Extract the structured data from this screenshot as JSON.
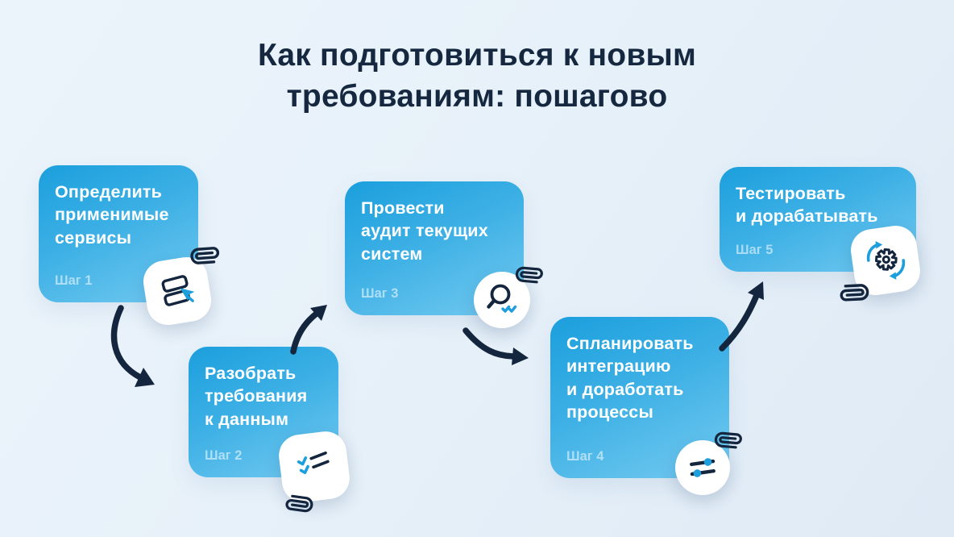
{
  "title": "Как подготовиться к новым\nтребованиям: пошагово",
  "steps": [
    {
      "heading": "Определить\nприменимые\nсервисы",
      "step_label": "Шаг 1",
      "icon": "cards-cursor-icon"
    },
    {
      "heading": "Разобрать\nтребования\nк данным",
      "step_label": "Шаг 2",
      "icon": "checklist-icon"
    },
    {
      "heading": "Провести\nаудит текущих\nсистем",
      "step_label": "Шаг 3",
      "icon": "magnifier-check-icon"
    },
    {
      "heading": "Спланировать\nинтеграцию\nи доработать\nпроцессы",
      "step_label": "Шаг 4",
      "icon": "sliders-icon"
    },
    {
      "heading": "Тестировать\nи дорабатывать",
      "step_label": "Шаг 5",
      "icon": "gear-refresh-icon"
    }
  ],
  "colors": {
    "background_top": "#ecf4fb",
    "background_bottom": "#dfeaf5",
    "card_gradient_start": "#1b9fdd",
    "card_gradient_mid": "#3db0e5",
    "card_gradient_end": "#74caf0",
    "title_text": "#152840",
    "card_text": "#ffffff",
    "step_label": "rgba(255,255,255,0.55)",
    "arrow": "#14253e",
    "icon_dark": "#14253e",
    "icon_accent": "#1d9edd",
    "badge_bg": "#ffffff"
  }
}
